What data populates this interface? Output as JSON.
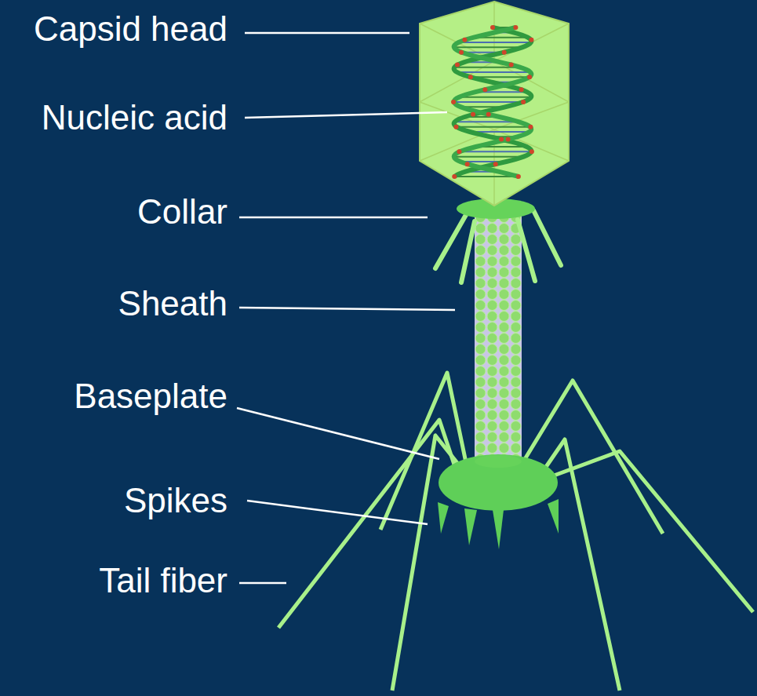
{
  "diagram": {
    "labels": [
      "Capsid head",
      "Nucleic acid",
      "Collar",
      "Sheath",
      "Baseplate",
      "Spikes",
      "Tail fiber"
    ]
  }
}
